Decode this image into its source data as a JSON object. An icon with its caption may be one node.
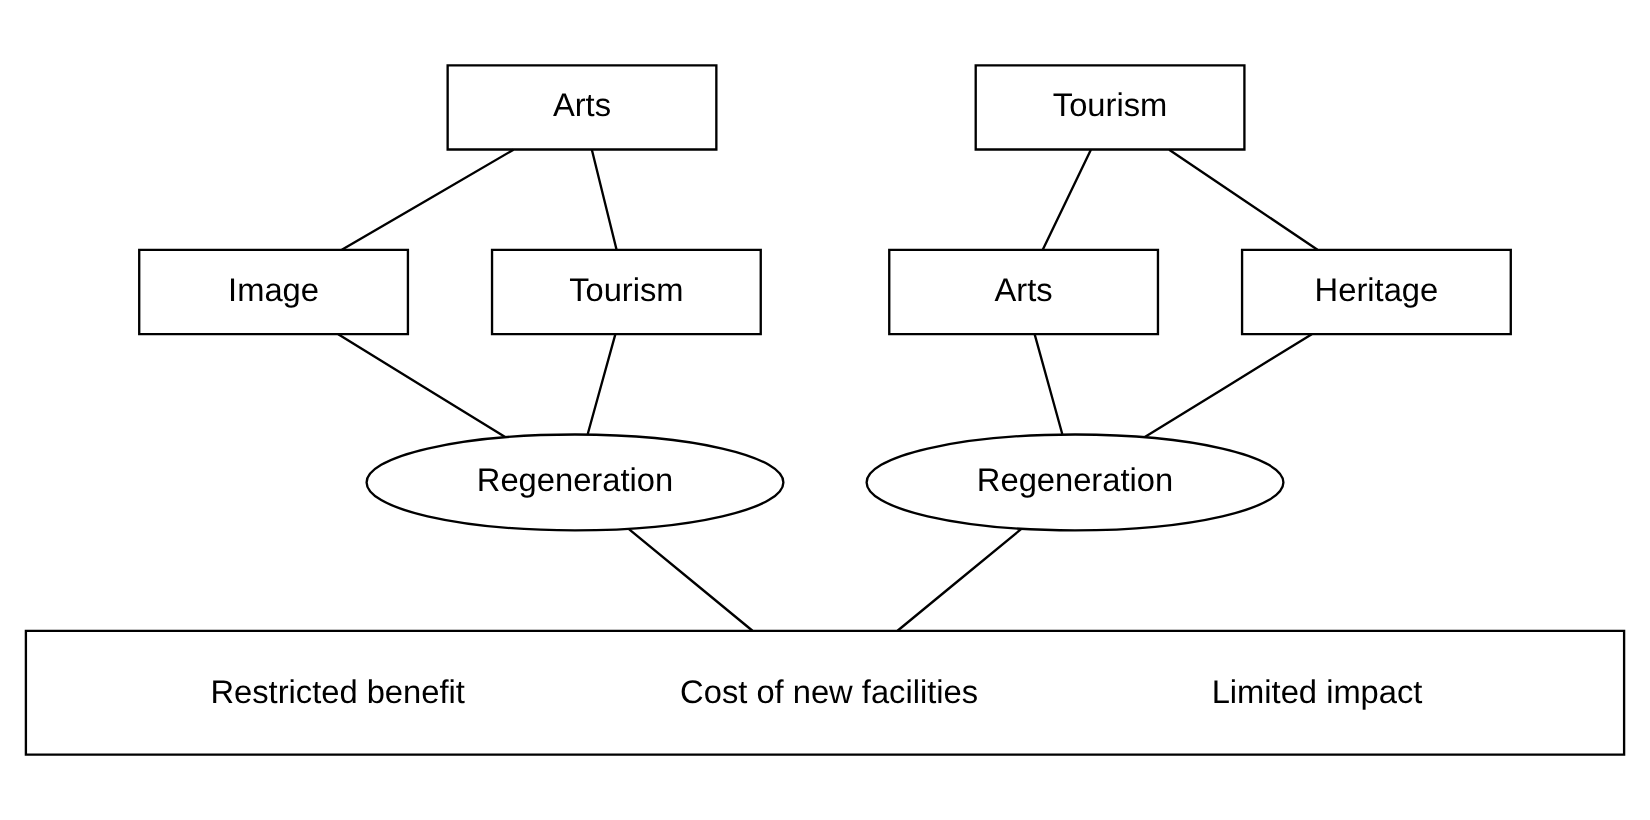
{
  "diagram": {
    "nodes": [
      {
        "text": [
          "Arts"
        ]
      },
      {
        "text": [
          "Tourism"
        ]
      },
      {
        "text": [
          "Image"
        ]
      },
      {
        "text": [
          "Tourism"
        ]
      },
      {
        "text": [
          "Arts"
        ]
      },
      {
        "text": [
          "Heritage"
        ]
      },
      {
        "text": [
          "Regeneration"
        ]
      },
      {
        "text": [
          "Regeneration"
        ]
      },
      {
        "text": [
          "Restricted benefit",
          "Cost of new facilities",
          "Limited impact"
        ]
      }
    ],
    "edges": [
      {
        "from": 0,
        "to": 2,
        "arrow": "none"
      },
      {
        "from": 0,
        "to": 3,
        "arrow": "none"
      },
      {
        "from": 1,
        "to": 4,
        "arrow": "none"
      },
      {
        "from": 1,
        "to": 5,
        "arrow": "none"
      },
      {
        "from": 2,
        "to": 6,
        "arrow": "none"
      },
      {
        "from": 3,
        "to": 6,
        "arrow": "none"
      },
      {
        "from": 4,
        "to": 7,
        "arrow": "none"
      },
      {
        "from": 5,
        "to": 7,
        "arrow": "none"
      },
      {
        "from": 6,
        "to": 8,
        "arrow": "none"
      },
      {
        "from": 7,
        "to": 8,
        "arrow": "none"
      }
    ]
  }
}
